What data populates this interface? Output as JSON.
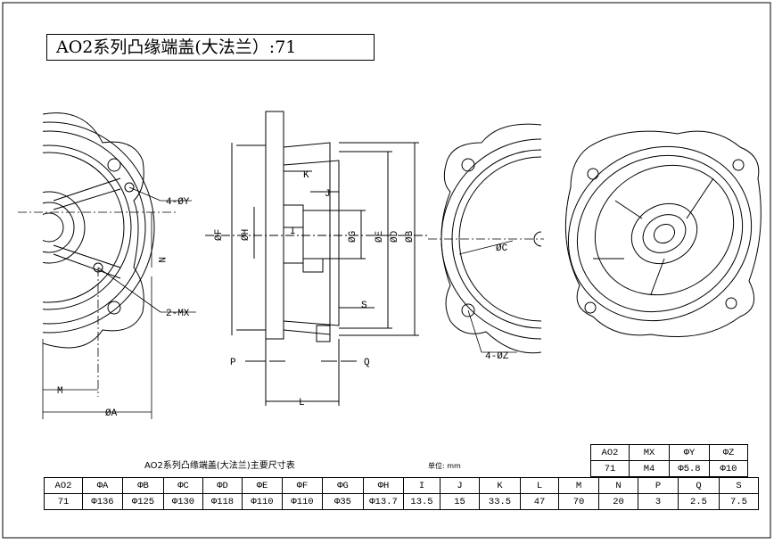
{
  "title": "AO2系列凸缘端盖(大法兰）:71",
  "table_caption": "AO2系列凸缘端盖(大法兰)主要尺寸表",
  "unit_label": "单位: mm",
  "drawing_labels": {
    "y_holes": "4-ØY",
    "n": "N",
    "mx_holes": "2-MX",
    "m": "M",
    "a": "ØA",
    "f": "ØF",
    "h": "ØH",
    "k": "K",
    "j": "J",
    "i": "I",
    "g": "ØG",
    "e": "ØE",
    "d": "ØD",
    "b": "ØB",
    "s": "S",
    "p": "P",
    "l": "L",
    "q": "Q",
    "c": "ØC",
    "z_holes": "4-ØZ"
  },
  "small_table": {
    "headers": [
      "AO2",
      "MX",
      "ΦY",
      "ΦZ"
    ],
    "values": [
      "71",
      "M4",
      "Φ5.8",
      "Φ10"
    ]
  },
  "main_table": {
    "headers": [
      "AO2",
      "ΦA",
      "ΦB",
      "ΦC",
      "ΦD",
      "ΦE",
      "ΦF",
      "ΦG",
      "ΦH",
      "I",
      "J",
      "K",
      "L",
      "M",
      "N",
      "P",
      "Q",
      "S"
    ],
    "values": [
      "71",
      "Φ136",
      "Φ125",
      "Φ130",
      "Φ118",
      "Φ110",
      "Φ110",
      "Φ35",
      "Φ13.7",
      "13.5",
      "15",
      "33.5",
      "47",
      "70",
      "20",
      "3",
      "2.5",
      "7.5"
    ]
  }
}
